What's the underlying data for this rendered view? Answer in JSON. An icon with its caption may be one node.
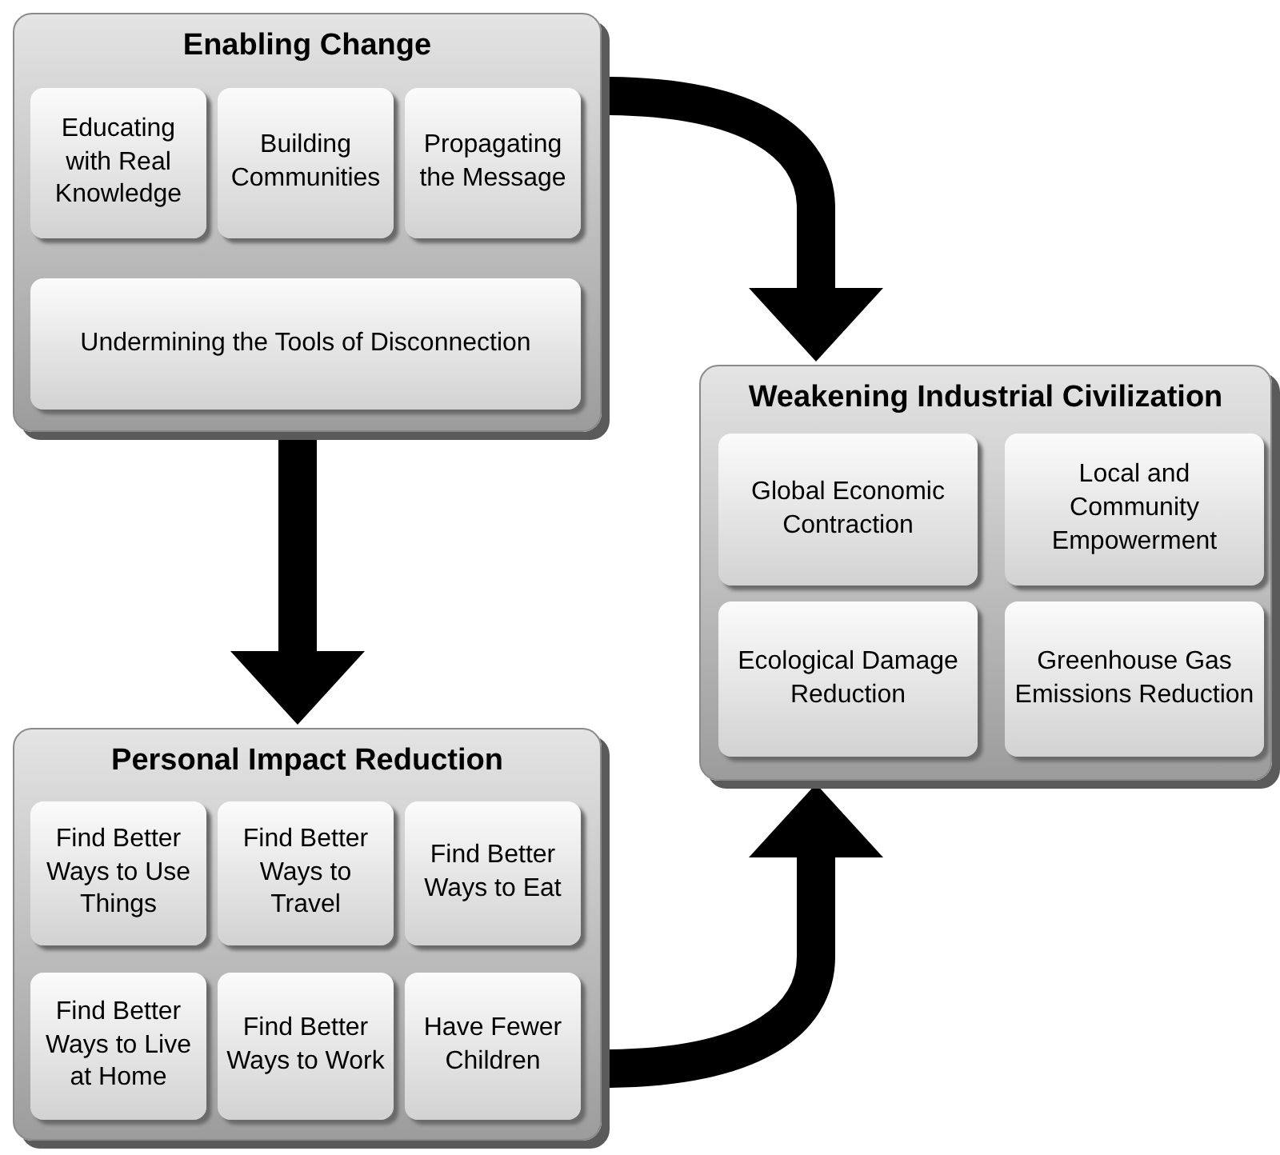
{
  "diagram": {
    "nodes": [
      {
        "text": [
          "Enabling Change"
        ]
      },
      {
        "text": [
          "Educating with Real Knowledge"
        ],
        "in": 0
      },
      {
        "text": [
          "Building Communities"
        ],
        "in": 0
      },
      {
        "text": [
          "Propagating the Message"
        ],
        "in": 0
      },
      {
        "text": [
          "Undermining the Tools of Disconnection"
        ],
        "in": 0
      },
      {
        "text": [
          "Weakening Industrial Civilization"
        ]
      },
      {
        "text": [
          "Global Economic Contraction"
        ],
        "in": 5
      },
      {
        "text": [
          "Local and Community Empowerment"
        ],
        "in": 5
      },
      {
        "text": [
          "Ecological Damage Reduction"
        ],
        "in": 5
      },
      {
        "text": [
          "Greenhouse Gas Emissions Reduction"
        ],
        "in": 5
      },
      {
        "text": [
          "Personal Impact Reduction"
        ]
      },
      {
        "text": [
          "Find Better Ways to Use Things"
        ],
        "in": 10
      },
      {
        "text": [
          "Find Better Ways to Travel"
        ],
        "in": 10
      },
      {
        "text": [
          "Find Better Ways to Eat"
        ],
        "in": 10
      },
      {
        "text": [
          "Find Better Ways to Live at Home"
        ],
        "in": 10
      },
      {
        "text": [
          "Find Better Ways to Work"
        ],
        "in": 10
      },
      {
        "text": [
          "Have Fewer Children"
        ],
        "in": 10
      }
    ],
    "edges": [
      {
        "from": 0,
        "to": 5,
        "arrow": "to"
      },
      {
        "from": 0,
        "to": 10,
        "arrow": "to"
      },
      {
        "from": 10,
        "to": 5,
        "arrow": "to"
      }
    ]
  }
}
